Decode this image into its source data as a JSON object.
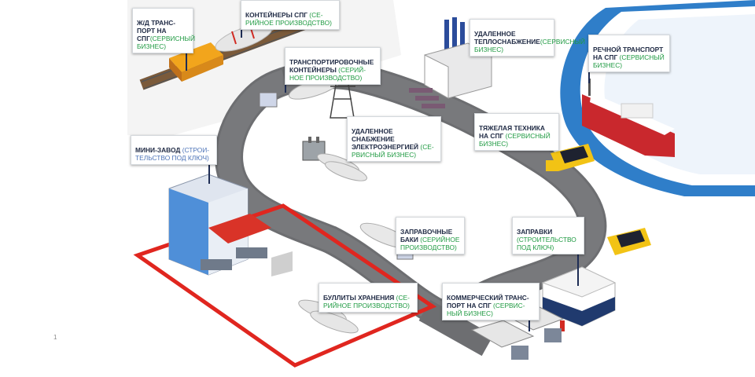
{
  "labels": {
    "rail": {
      "title": "Ж/Д ТРАНС-\nПОРТ НА СПГ",
      "sub": "(СЕРВИСНЫЙ\nБИЗНЕС)"
    },
    "containers": {
      "title": "КОНТЕЙНЕРЫ СПГ ",
      "sub": "(СЕ-\nРИЙНОЕ ПРОИЗВОДСТВО)"
    },
    "heating": {
      "title": "УДАЛЕННОЕ\nТЕПЛОСНАБЖЕНИЕ",
      "sub": "(СЕРВИСНЫЙ БИЗНЕС)"
    },
    "river": {
      "title": "РЕЧНОЙ ТРАНСПОРТ\nНА СПГ ",
      "sub": "(СЕРВИСНЫЙ\nБИЗНЕС)"
    },
    "transport_containers": {
      "title": "ТРАНСПОРТИРОВОЧНЫЕ\nКОНТЕЙНЕРЫ ",
      "sub": "(СЕРИЙ-\nНОЕ ПРОИЗВОДСТВО)"
    },
    "heavy": {
      "title": "ТЯЖЕЛАЯ ТЕХНИКА\nНА СПГ ",
      "sub": "(СЕРВИСНЫЙ\nБИЗНЕС)"
    },
    "power": {
      "title": "УДАЛЕННОЕ СНАБЖЕНИЕ\nЭЛЕКТРОЭНЕРГИЕЙ ",
      "sub": "(СЕ-\nРВИСНЫЙ БИЗНЕС)"
    },
    "miniplant": {
      "title": "МИНИ-ЗАВОД ",
      "dim": "(СТРОИ-\nТЕЛЬСТВО ПОД КЛЮЧ)"
    },
    "tanks": {
      "title": "ЗАПРАВОЧНЫЕ\nБАКИ ",
      "sub": "(СЕРИЙНОЕ\nПРОИЗВОДСТВО)"
    },
    "stations": {
      "title": "ЗАПРАВКИ\n",
      "sub": "(СТРОИТЕЛЬСТВО\nПОД КЛЮЧ)"
    },
    "storage": {
      "title": "БУЛЛИТЫ ХРАНЕНИЯ ",
      "sub": "(СЕ-\nРИЙНОЕ ПРОИЗВОДСТВО)"
    },
    "commercial": {
      "title": "КОММЕРЧЕСКИЙ ТРАНС-\nПОРТ НА СПГ ",
      "sub": "(СЕРВИС-\nНЫЙ БИЗНЕС)"
    }
  },
  "colors": {
    "road": "#6d6e71",
    "road_edge": "#ffffff",
    "plant_frame": "#e0261f",
    "water": "#2f7ec9",
    "rail_panel": "#f3f3f3",
    "label_title": "#1f2a44",
    "label_sub": "#1f9a42",
    "label_dim": "#4d74b8",
    "leader": "#1e2d55"
  },
  "icons": [
    "rail-car-icon",
    "lng-tank-car-icon",
    "boiler-house-icon",
    "river-tanker-icon",
    "tank-truck-icon",
    "power-pylon-icon",
    "transformer-icon",
    "dump-truck-icon",
    "mini-plant-building-icon",
    "storage-bullet-icon",
    "gas-station-icon",
    "lorry-icon"
  ],
  "marks": {
    "tick": "1"
  }
}
